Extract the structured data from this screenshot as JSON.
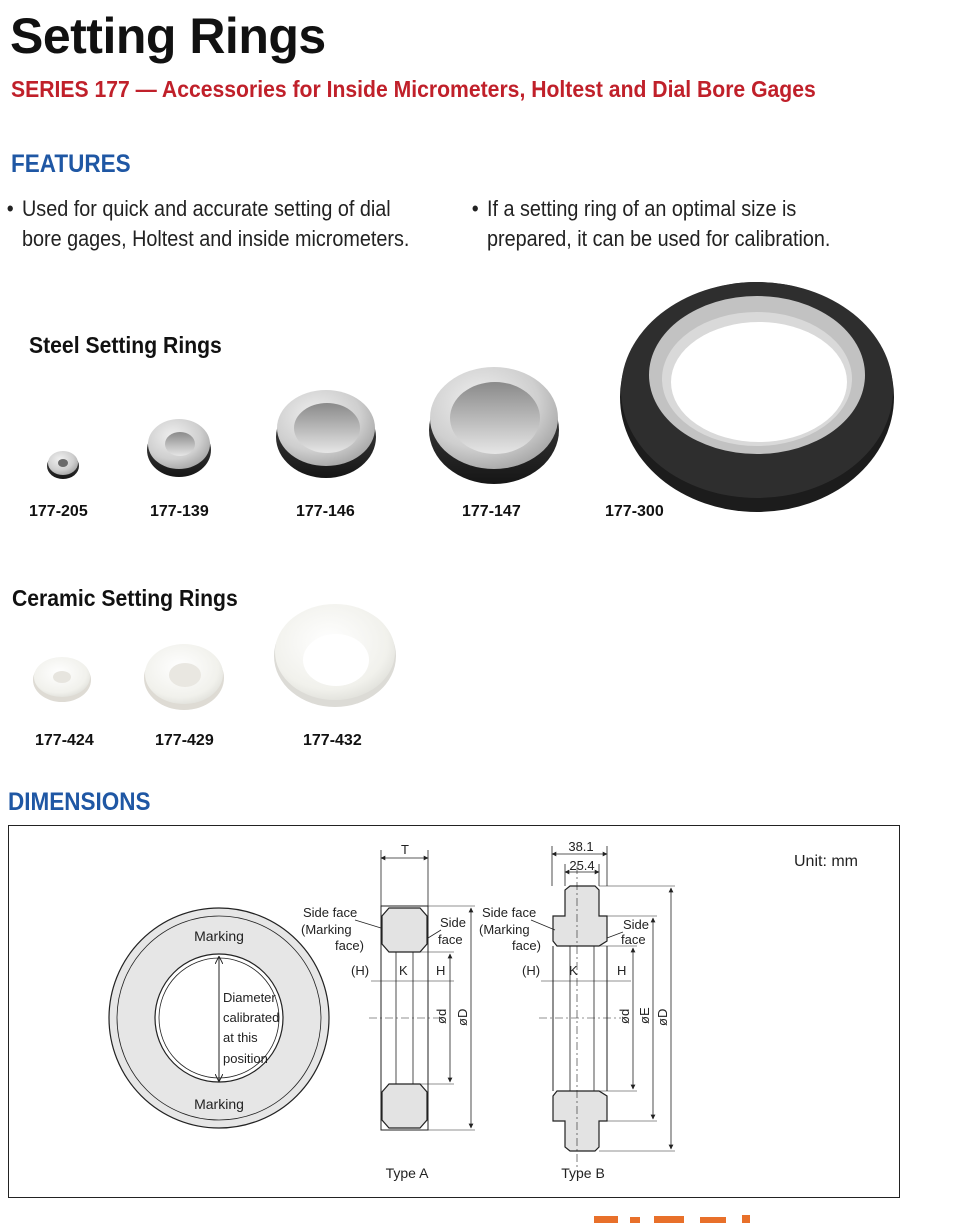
{
  "header": {
    "title": "Setting Rings",
    "subtitle": "SERIES 177 — Accessories for Inside Micrometers, Holtest and Dial Bore Gages"
  },
  "features": {
    "heading": "FEATURES",
    "bullets": [
      {
        "line1": "Used for quick and accurate setting of dial",
        "line2": "bore gages, Holtest and inside micrometers."
      },
      {
        "line1": "If a setting ring of an optimal size is",
        "line2": "prepared, it can be used for calibration."
      }
    ]
  },
  "steel": {
    "heading": "Steel Setting Rings",
    "items": [
      {
        "code": "177-205"
      },
      {
        "code": "177-139"
      },
      {
        "code": "177-146"
      },
      {
        "code": "177-147"
      },
      {
        "code": "177-300"
      }
    ]
  },
  "ceramic": {
    "heading": "Ceramic Setting Rings",
    "items": [
      {
        "code": "177-424"
      },
      {
        "code": "177-429"
      },
      {
        "code": "177-432"
      }
    ]
  },
  "dimensions": {
    "heading": "DIMENSIONS",
    "unit": "Unit: mm",
    "ring_view": {
      "marking_top": "Marking",
      "marking_bottom": "Marking",
      "note_lines": [
        "Diameter",
        "calibrated",
        "at this",
        "position"
      ]
    },
    "type_a": {
      "caption": "Type A",
      "t_label": "T",
      "side_face_marking": [
        "Side face",
        "(Marking",
        "face)"
      ],
      "side_face": [
        "Side",
        "face"
      ],
      "h_left": "(H)",
      "k": "K",
      "h_right": "H",
      "d_small": "ød",
      "d_big": "øD"
    },
    "type_b": {
      "caption": "Type B",
      "dim_outer": "38.1",
      "dim_inner": "25.4",
      "side_face_marking": [
        "Side face",
        "(Marking",
        "face)"
      ],
      "side_face": [
        "Side",
        "face"
      ],
      "h_left": "(H)",
      "k": "K",
      "h_right": "H",
      "d_small": "ød",
      "d_mid": "øE",
      "d_big": "øD"
    }
  },
  "colors": {
    "title": "#111111",
    "subtitle_red": "#c0202a",
    "section_blue": "#1f57a4",
    "steel_dark": "#2b2b2b",
    "steel_silver": "#c9c9c9",
    "ceramic_white": "#f2f2ee",
    "footer_orange": "#e8702a"
  }
}
